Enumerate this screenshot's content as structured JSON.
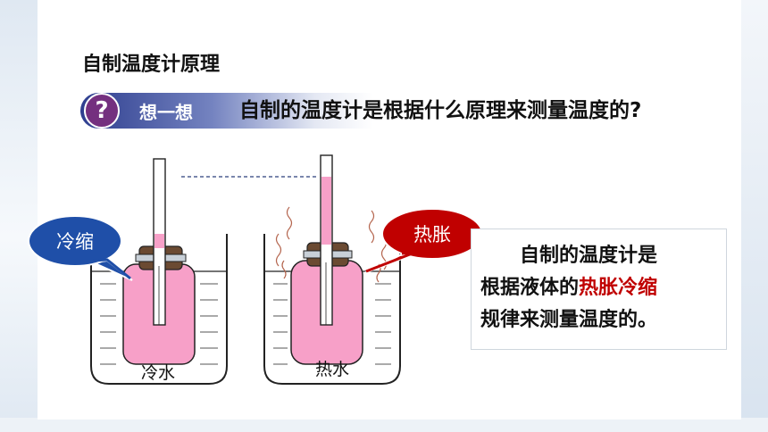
{
  "slide": {
    "title": "自制温度计原理",
    "think": {
      "icon": "question-mark-icon",
      "icon_glyph": "?",
      "label": "想一想"
    },
    "question": "自制的温度计是根据什么原理来测量温度的?"
  },
  "diagram": {
    "cold": {
      "bubble": "冷缩",
      "water_label": "冷水"
    },
    "hot": {
      "bubble": "热胀",
      "water_label": "热水"
    }
  },
  "explanation": {
    "line1": "自制的温度计是",
    "line2_prefix": "根据液体的",
    "line2_highlight": "热胀冷缩",
    "line3": "规律来测量温度的。"
  },
  "colors": {
    "accent_dark_blue": "#2e3e8f",
    "question_circle": "#74307f",
    "cold_bubble": "#1f4fa8",
    "hot_bubble": "#c00000",
    "bottle_pink": "#f7a0c8",
    "highlight_red": "#c00000"
  }
}
